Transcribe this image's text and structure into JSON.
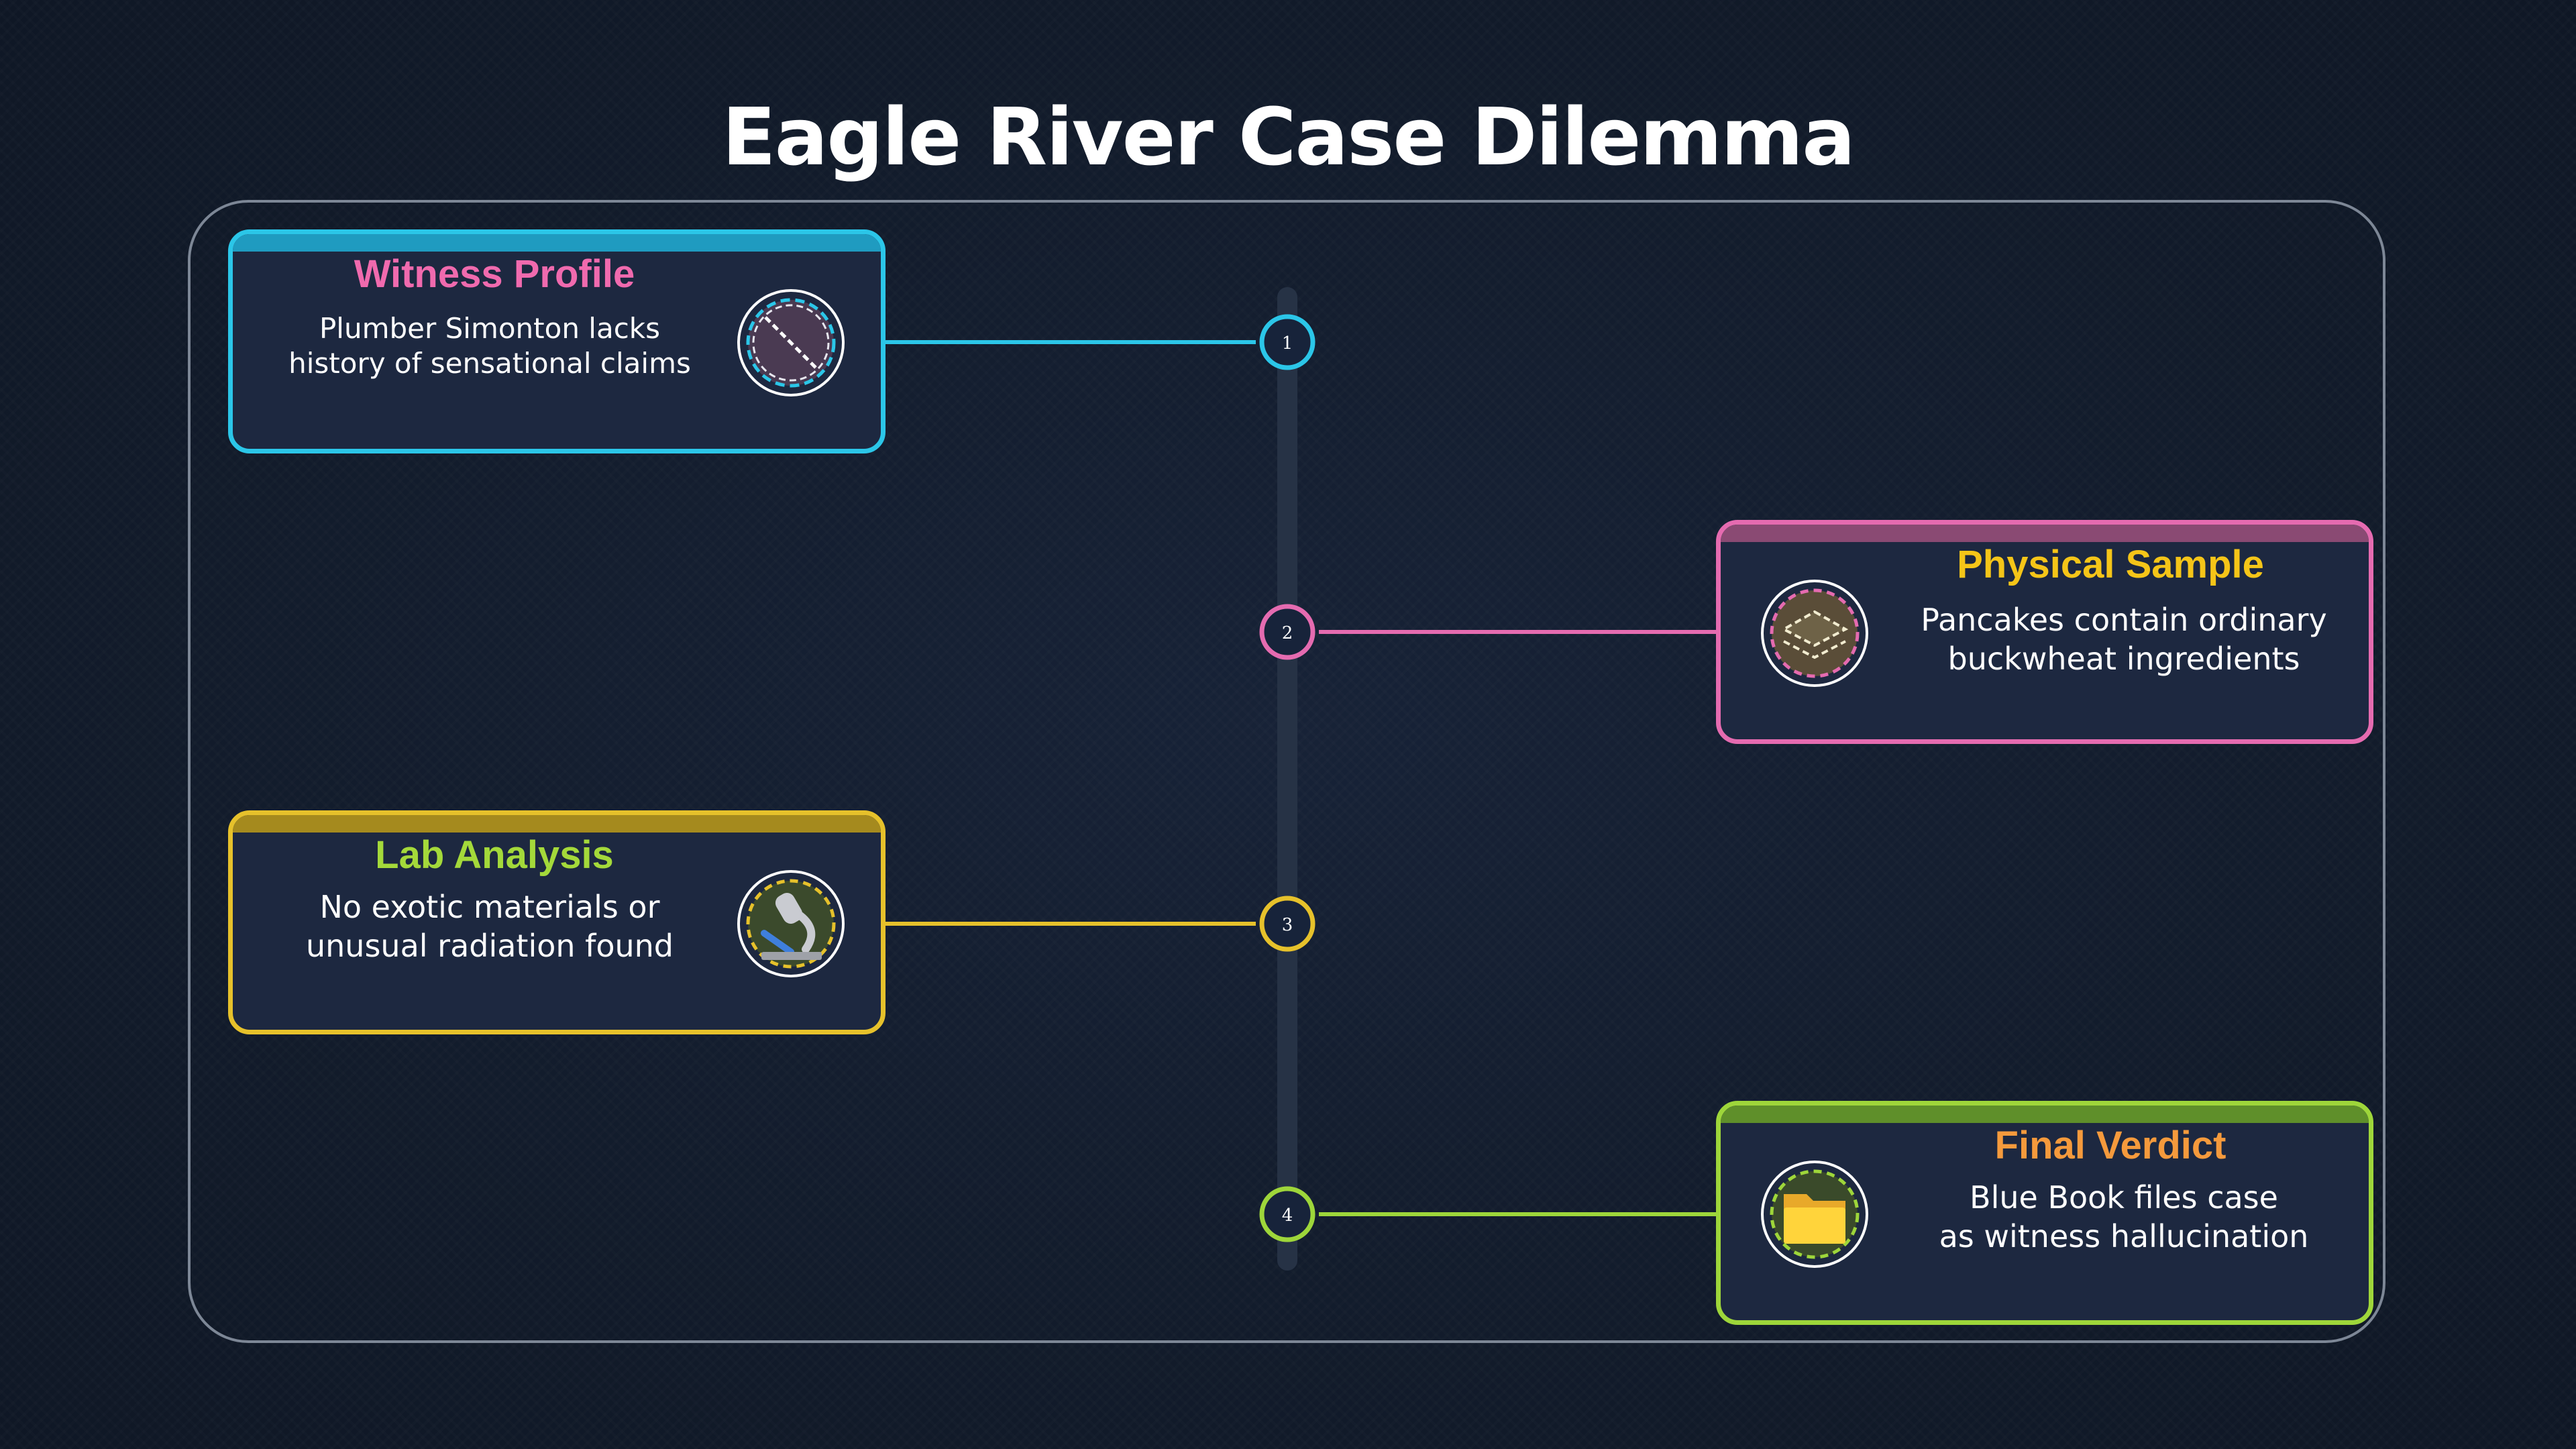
{
  "title": "Eagle River Case Dilemma",
  "colors": {
    "background": "#121b2b",
    "card_fill": "#1d2840",
    "cyan": "#2bc6e8",
    "pink": "#e56bb0",
    "yellow": "#e6c12b",
    "green": "#9ed63a",
    "spine": "#2a3547"
  },
  "steps": [
    {
      "number": "1",
      "heading": "Witness Profile",
      "heading_color": "#f06aae",
      "border_color": "#2bc6e8",
      "body_lines": [
        "Plumber Simonton lacks",
        "history of sensational claims"
      ],
      "icon": "no-symbol-icon",
      "side": "left"
    },
    {
      "number": "2",
      "heading": "Physical Sample",
      "heading_color": "#f5c518",
      "border_color": "#e56bb0",
      "body_lines": [
        "Pancakes contain ordinary",
        "buckwheat ingredients"
      ],
      "icon": "layers-icon",
      "side": "right"
    },
    {
      "number": "3",
      "heading": "Lab Analysis",
      "heading_color": "#a4d93a",
      "border_color": "#e6c12b",
      "body_lines": [
        "No exotic materials or",
        "unusual radiation found"
      ],
      "icon": "microscope-icon",
      "side": "left"
    },
    {
      "number": "4",
      "heading": "Final Verdict",
      "heading_color": "#f59a3c",
      "border_color": "#9ed63a",
      "body_lines": [
        "Blue Book files case",
        "as witness hallucination"
      ],
      "icon": "folder-icon",
      "side": "right"
    }
  ]
}
